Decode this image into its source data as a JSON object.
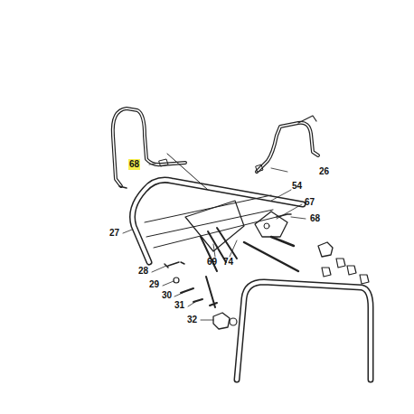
{
  "diagram": {
    "labels": [
      "68",
      "26",
      "54",
      "67",
      "68",
      "27",
      "28",
      "29",
      "30",
      "31",
      "69",
      "74",
      "32"
    ]
  }
}
